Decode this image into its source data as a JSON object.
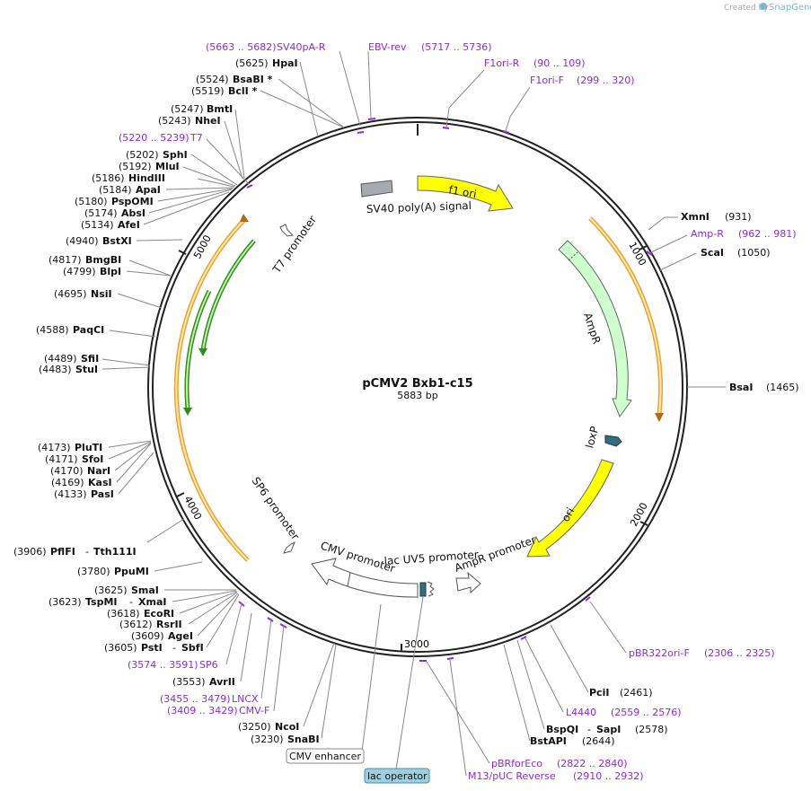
{
  "credit": {
    "prefix": "Created by",
    "brand": "SnapGene"
  },
  "plasmid": {
    "name": "pCMV2 Bxb1-c15",
    "length": "5883 bp"
  },
  "ticks": [
    {
      "label": "1000"
    },
    {
      "label": "2000"
    },
    {
      "label": "3000"
    },
    {
      "label": "4000"
    },
    {
      "label": "5000"
    }
  ],
  "features": {
    "sv40": "SV40 poly(A) signal",
    "f1ori": "f1 ori",
    "ampr": "AmpR",
    "loxp": "loxP",
    "ori": "ori",
    "amprpromoter": "AmpR promoter",
    "lacuv5": "lac UV5 promoter",
    "cmvpromoter": "CMV promoter",
    "sp6promoter": "SP6 promoter",
    "t7promoter": "T7 promoter"
  },
  "boxed": {
    "cmvenh": "CMV enhancer",
    "lacop": "lac operator"
  },
  "colors": {
    "yellow": "#ffff00",
    "green": "#ccffcc",
    "orange": "#e8a33a",
    "purple": "#8a2be2",
    "grey": "#a6aab0",
    "teal": "#2e7080"
  },
  "right_labels": [
    {
      "pos": "(5663 .. 5682)",
      "name": "SV40pA-R",
      "kind": "primer"
    },
    {
      "pos": "EBV-rev",
      "name": "(5717 .. 5736)",
      "kind": "primer"
    },
    {
      "pos": "F1ori-R",
      "name": "(90 .. 109)",
      "kind": "primer"
    },
    {
      "pos": "F1ori-F",
      "name": "(299 .. 320)",
      "kind": "primer"
    },
    {
      "pos": "XmnI",
      "name": "(931)",
      "kind": "site"
    },
    {
      "pos": "Amp-R",
      "name": "(962 .. 981)",
      "kind": "primer"
    },
    {
      "pos": "ScaI",
      "name": "(1050)",
      "kind": "site"
    },
    {
      "pos": "BsaI",
      "name": "(1465)",
      "kind": "site"
    },
    {
      "pos": "pBR322ori-F",
      "name": "(2306 .. 2325)",
      "kind": "primer"
    },
    {
      "pos": "PciI",
      "name": "(2461)",
      "kind": "site"
    },
    {
      "pos": "L4440",
      "name": "(2559 .. 2576)",
      "kind": "primer"
    },
    {
      "pos": "BspQI",
      "name": "SapI",
      "extra": "(2578)",
      "kind": "site"
    },
    {
      "pos": "BstAPI",
      "name": "(2644)",
      "kind": "site"
    },
    {
      "pos": "pBRforEco",
      "name": "(2822 .. 2840)",
      "kind": "primer"
    },
    {
      "pos": "M13/pUC Reverse",
      "name": "(2910 .. 2932)",
      "kind": "primer"
    }
  ],
  "left_labels": [
    {
      "pos": "(5625)",
      "name": "HpaI",
      "kind": "site"
    },
    {
      "pos": "(5524)",
      "name": "BsaBI *",
      "kind": "site"
    },
    {
      "pos": "(5519)",
      "name": "BclI *",
      "kind": "site"
    },
    {
      "pos": "(5247)",
      "name": "BmtI",
      "kind": "site"
    },
    {
      "pos": "(5243)",
      "name": "NheI",
      "kind": "site"
    },
    {
      "pos": "(5220 .. 5239)",
      "name": "T7",
      "kind": "primer"
    },
    {
      "pos": "(5202)",
      "name": "SphI",
      "kind": "site"
    },
    {
      "pos": "(5192)",
      "name": "MluI",
      "kind": "site"
    },
    {
      "pos": "(5186)",
      "name": "HindIII",
      "kind": "site"
    },
    {
      "pos": "(5184)",
      "name": "ApaI",
      "kind": "site"
    },
    {
      "pos": "(5180)",
      "name": "PspOMI",
      "kind": "site"
    },
    {
      "pos": "(5174)",
      "name": "AbsI",
      "kind": "site"
    },
    {
      "pos": "(5134)",
      "name": "AfeI",
      "kind": "site"
    },
    {
      "pos": "(4940)",
      "name": "BstXI",
      "kind": "site"
    },
    {
      "pos": "(4817)",
      "name": "BmgBI",
      "kind": "site"
    },
    {
      "pos": "(4799)",
      "name": "BlpI",
      "kind": "site"
    },
    {
      "pos": "(4695)",
      "name": "NsiI",
      "kind": "site"
    },
    {
      "pos": "(4588)",
      "name": "PaqCI",
      "kind": "site"
    },
    {
      "pos": "(4489)",
      "name": "SfiI",
      "kind": "site"
    },
    {
      "pos": "(4483)",
      "name": "StuI",
      "kind": "site"
    },
    {
      "pos": "(4173)",
      "name": "PluTI",
      "kind": "site"
    },
    {
      "pos": "(4171)",
      "name": "SfoI",
      "kind": "site"
    },
    {
      "pos": "(4170)",
      "name": "NarI",
      "kind": "site"
    },
    {
      "pos": "(4169)",
      "name": "KasI",
      "kind": "site"
    },
    {
      "pos": "(4133)",
      "name": "PasI",
      "kind": "site"
    },
    {
      "pos": "(3906)",
      "name": "PflFI",
      "extra": "Tth111I",
      "kind": "site"
    },
    {
      "pos": "(3780)",
      "name": "PpuMI",
      "kind": "site"
    },
    {
      "pos": "(3625)",
      "name": "SmaI",
      "kind": "site"
    },
    {
      "pos": "(3623)",
      "name": "TspMI",
      "extra": "XmaI",
      "kind": "site"
    },
    {
      "pos": "(3618)",
      "name": "EcoRI",
      "kind": "site"
    },
    {
      "pos": "(3612)",
      "name": "RsrII",
      "kind": "site"
    },
    {
      "pos": "(3609)",
      "name": "AgeI",
      "kind": "site"
    },
    {
      "pos": "(3605)",
      "name": "PstI",
      "extra": "SbfI",
      "kind": "site"
    },
    {
      "pos": "(3574 .. 3591)",
      "name": "SP6",
      "kind": "primer"
    },
    {
      "pos": "(3553)",
      "name": "AvrII",
      "kind": "site"
    },
    {
      "pos": "(3455 .. 3479)",
      "name": "LNCX",
      "kind": "primer"
    },
    {
      "pos": "(3409 .. 3429)",
      "name": "CMV-F",
      "kind": "primer"
    },
    {
      "pos": "(3250)",
      "name": "NcoI",
      "kind": "site"
    },
    {
      "pos": "(3230)",
      "name": "SnaBI",
      "kind": "site"
    }
  ]
}
